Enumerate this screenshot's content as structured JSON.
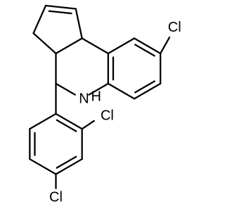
{
  "molecule": {
    "atoms": {
      "cl_top": {
        "text": "Cl",
        "color": "#00aa00"
      },
      "nh": {
        "text": "H",
        "color": "#000000"
      },
      "n": {
        "text": "N",
        "color": "#0000ff"
      },
      "cl_ortho": {
        "text": "Cl",
        "color": "#00aa00"
      },
      "cl_para": {
        "text": "Cl",
        "color": "#00aa00"
      }
    },
    "bond_color": "#000000"
  }
}
